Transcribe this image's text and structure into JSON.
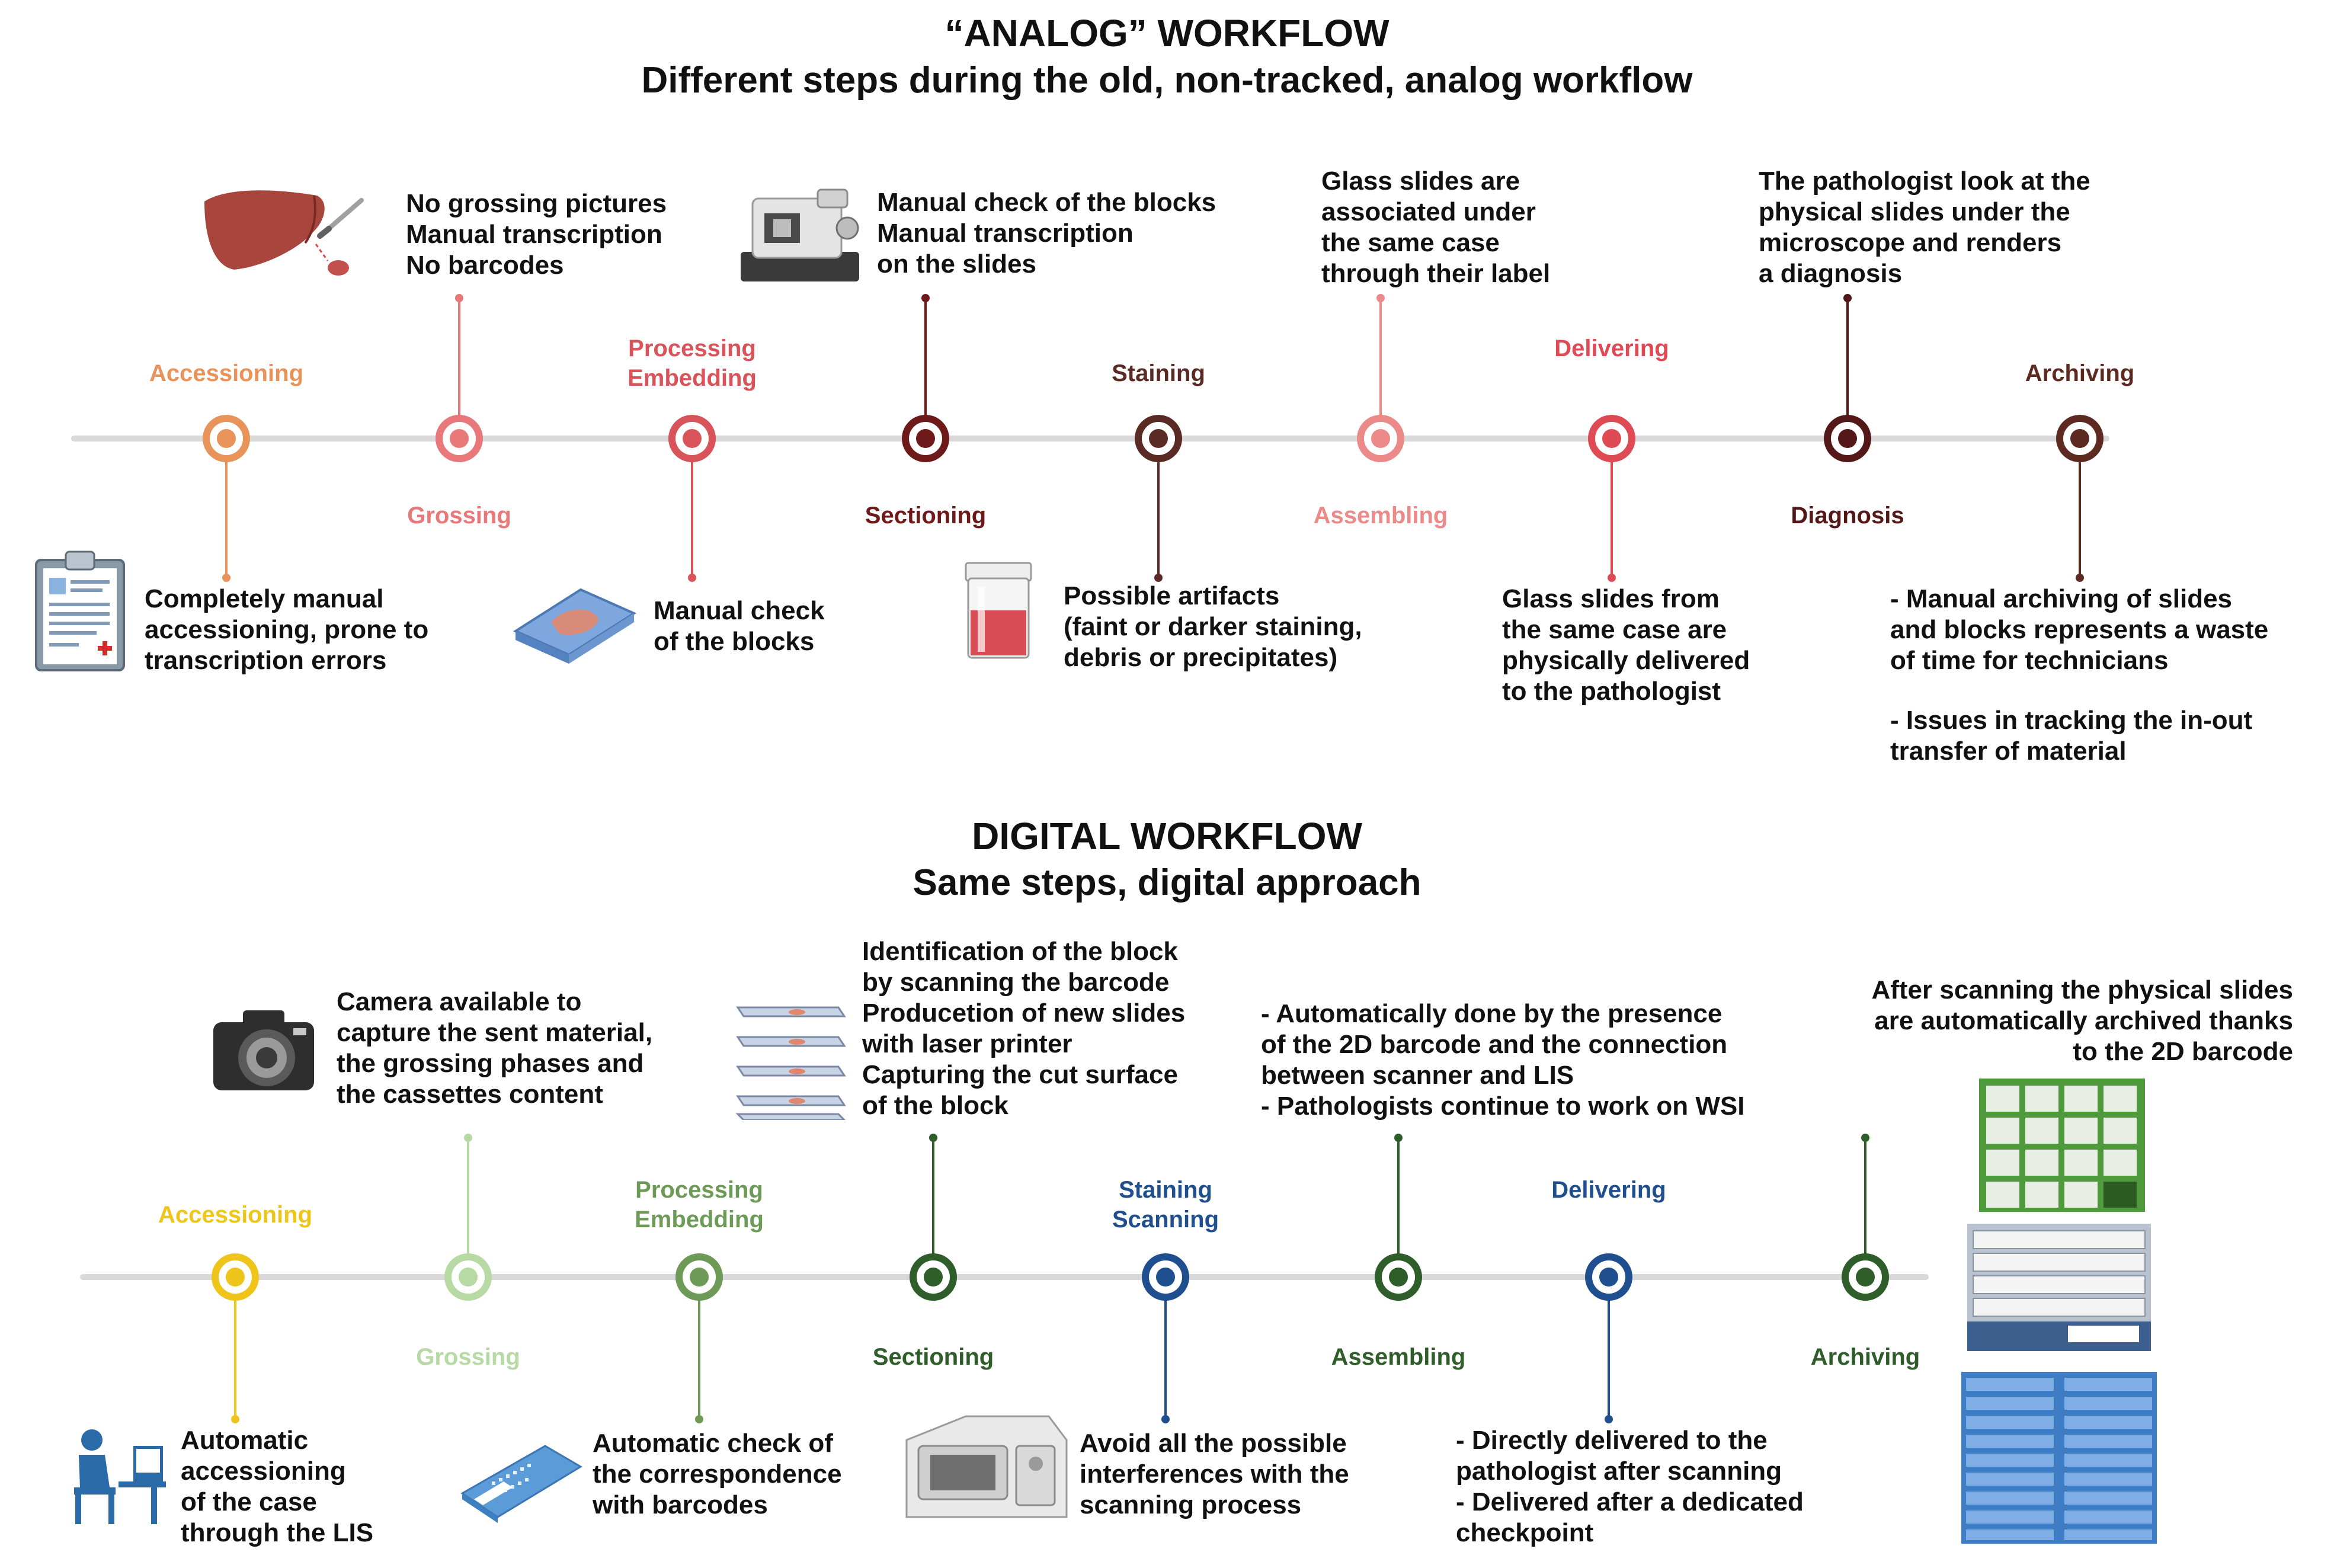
{
  "analog": {
    "title": "“ANALOG” WORKFLOW",
    "subtitle": "Different steps during the old, non-tracked, analog workflow",
    "steps": [
      {
        "label": "Accessioning",
        "color": "#e8935a"
      },
      {
        "label": "Grossing",
        "color": "#e9787a"
      },
      {
        "label": "Processing\nEmbedding",
        "color": "#d9535a"
      },
      {
        "label": "Sectioning",
        "color": "#6e1a1a"
      },
      {
        "label": "Staining",
        "color": "#5a2b24"
      },
      {
        "label": "Assembling",
        "color": "#ec8a8a"
      },
      {
        "label": "Delivering",
        "color": "#df4b55"
      },
      {
        "label": "Diagnosis",
        "color": "#541818"
      },
      {
        "label": "Archiving",
        "color": "#5d2a22"
      }
    ],
    "descriptions": {
      "accessioning": "Completely manual\naccessioning, prone to\ntranscription errors",
      "grossing": "No grossing pictures\nManual transcription\nNo barcodes",
      "processing": "Manual check\nof the blocks",
      "sectioning": "Manual check of the blocks\nManual transcription\non the slides",
      "staining": "Possible artifacts\n(faint or darker staining,\ndebris or precipitates)",
      "assembling": "Glass slides are\nassociated under\nthe same case\nthrough their label",
      "delivering": "Glass slides from\nthe same case are\nphysically delivered\nto the pathologist",
      "diagnosis": "The pathologist look at the\nphysical slides under the\nmicroscope and renders\na diagnosis",
      "archiving_1": "- Manual archiving of slides\nand blocks represents a waste\nof time for technicians",
      "archiving_2": "- Issues in tracking the in-out\ntransfer of material"
    },
    "icons": [
      "clipboard-icon",
      "liver-icon",
      "tissue-cassette-icon",
      "microtome-icon",
      "staining-jar-icon"
    ]
  },
  "digital": {
    "title": "DIGITAL WORKFLOW",
    "subtitle": "Same steps, digital approach",
    "steps": [
      {
        "label": "Accessioning",
        "color": "#f0c51b"
      },
      {
        "label": "Grossing",
        "color": "#b7d9a3"
      },
      {
        "label": "Processing\nEmbedding",
        "color": "#6e9a57"
      },
      {
        "label": "Sectioning",
        "color": "#2f5e2a"
      },
      {
        "label": "Staining\nScanning",
        "color": "#1f4f8e"
      },
      {
        "label": "Assembling",
        "color": "#2f5e2a"
      },
      {
        "label": "Delivering",
        "color": "#1f4f8e"
      },
      {
        "label": "Archiving",
        "color": "#2f5e2a"
      }
    ],
    "descriptions": {
      "accessioning": "Automatic\naccessioning\nof the case\nthrough the LIS",
      "grossing": "Camera available to\ncapture the sent material,\nthe grossing phases and\nthe cassettes content",
      "processing": "Automatic check of\nthe correspondence\nwith barcodes",
      "sectioning": "Identification of the block\nby scanning the barcode\nProducetion of new slides\nwith laser printer\nCapturing the cut surface\nof the block",
      "staining": "Avoid all the possible\ninterferences with the\nscanning process",
      "assembling": "- Automatically done by the presence\nof the 2D barcode and the connection\nbetween scanner and LIS\n- Pathologists continue to work on WSI",
      "delivering": "- Directly delivered to the\npathologist after scanning\n- Delivered after a dedicated\ncheckpoint",
      "archiving": "After scanning the physical slides\nare automatically archived thanks\nto the 2D barcode"
    },
    "icons": [
      "desk-worker-icon",
      "camera-icon",
      "barcode-cassette-icon",
      "slides-stack-icon",
      "scanner-icon",
      "slide-archive-photo"
    ]
  }
}
